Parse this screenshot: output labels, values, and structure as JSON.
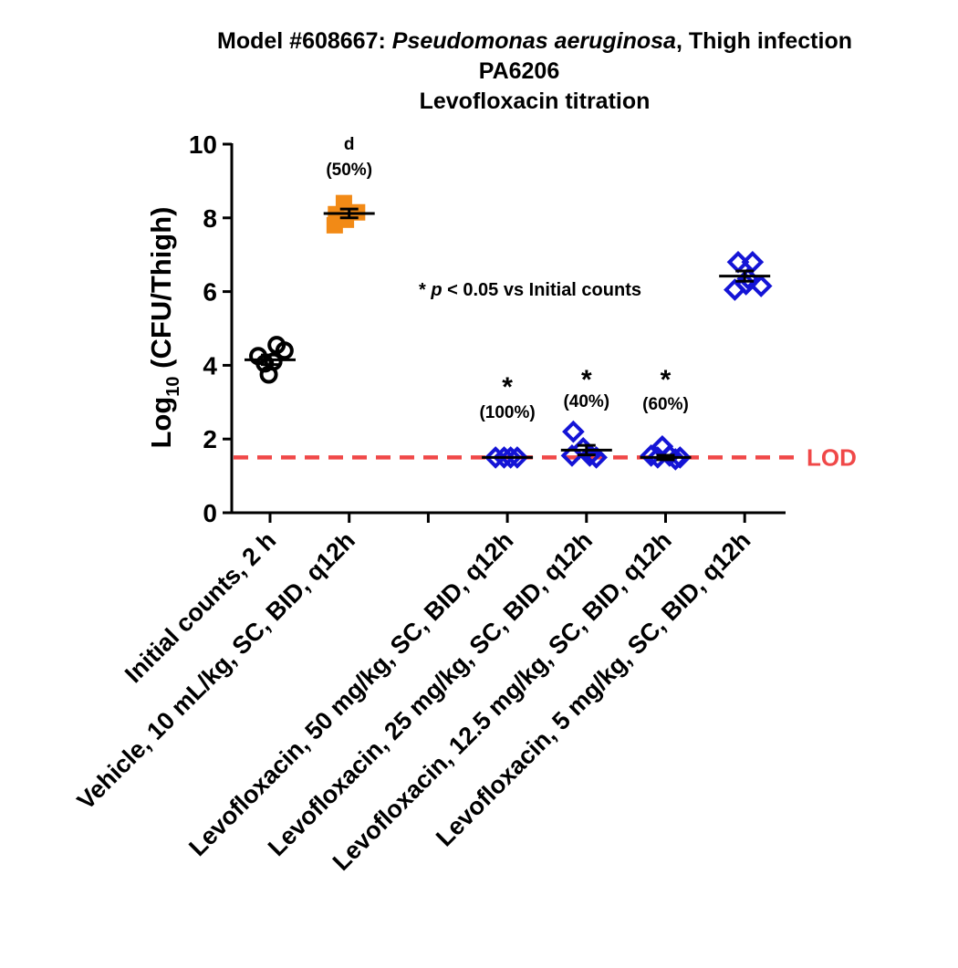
{
  "chart_data": {
    "type": "scatter",
    "title": {
      "prefix": "Model #608667: ",
      "organism": "Pseudomonas aeruginosa",
      "suffix": ", Thigh infection",
      "line2": "PA6206",
      "line3": "Levofloxacin titration"
    },
    "ylabel_main": "Log",
    "ylabel_sub": "10",
    "ylabel_rest": " (CFU/Thigh)",
    "ylim": [
      0,
      10
    ],
    "yticks": [
      0,
      2,
      4,
      6,
      8,
      10
    ],
    "categories": [
      "Initial counts, 2 h",
      "Vehicle, 10 mL/kg, SC, BID, q12h",
      "",
      "Levofloxacin, 50 mg/kg, SC, BID, q12h",
      "Levofloxacin, 25 mg/kg, SC, BID, q12h",
      "Levofloxacin, 12.5 mg/kg, SC, BID, q12h",
      "Levofloxacin, 5 mg/kg, SC, BID, q12h"
    ],
    "series": [
      {
        "category_index": 0,
        "marker": "circle",
        "color": "#000000",
        "points": [
          [
            -0.02,
            3.75
          ],
          [
            -0.08,
            4.05
          ],
          [
            -0.18,
            4.25
          ],
          [
            0.1,
            4.55
          ],
          [
            0.22,
            4.4
          ],
          [
            0.05,
            4.1
          ]
        ],
        "mean": 4.15,
        "sem": 0.13
      },
      {
        "category_index": 1,
        "marker": "square",
        "color": "#f28a16",
        "points": [
          [
            -0.22,
            7.8
          ],
          [
            -0.2,
            8.1
          ],
          [
            -0.08,
            8.4
          ],
          [
            0.12,
            8.15
          ],
          [
            -0.05,
            7.95
          ]
        ],
        "mean": 8.12,
        "sem": 0.12
      },
      {
        "category_index": 3,
        "marker": "diamond",
        "color": "#1414d6",
        "points": [
          [
            -0.18,
            1.5
          ],
          [
            -0.05,
            1.5
          ],
          [
            0.05,
            1.5
          ],
          [
            0.15,
            1.5
          ]
        ],
        "mean": 1.5,
        "sem": 0.0
      },
      {
        "category_index": 4,
        "marker": "diamond",
        "color": "#1414d6",
        "points": [
          [
            -0.2,
            2.2
          ],
          [
            -0.22,
            1.55
          ],
          [
            -0.05,
            1.75
          ],
          [
            0.05,
            1.55
          ],
          [
            0.15,
            1.5
          ]
        ],
        "mean": 1.7,
        "sem": 0.13
      },
      {
        "category_index": 5,
        "marker": "diamond",
        "color": "#1414d6",
        "points": [
          [
            -0.22,
            1.55
          ],
          [
            -0.12,
            1.5
          ],
          [
            -0.05,
            1.8
          ],
          [
            0.06,
            1.55
          ],
          [
            0.15,
            1.45
          ],
          [
            0.22,
            1.5
          ]
        ],
        "mean": 1.5,
        "sem": 0.06
      },
      {
        "category_index": 6,
        "marker": "diamond",
        "color": "#1414d6",
        "points": [
          [
            -0.15,
            6.05
          ],
          [
            -0.1,
            6.8
          ],
          [
            0.05,
            6.35
          ],
          [
            0.12,
            6.8
          ],
          [
            0.25,
            6.15
          ],
          [
            0.02,
            6.2
          ]
        ],
        "mean": 6.42,
        "sem": 0.14
      }
    ],
    "lod": {
      "value": 1.5,
      "label": "LOD",
      "color": "#f04848"
    },
    "annotations": [
      {
        "category_index": 1,
        "lines": [
          "d",
          "(50%)"
        ]
      },
      {
        "category_index": 3,
        "lines": [
          "*",
          "(100%)"
        ]
      },
      {
        "category_index": 4,
        "lines": [
          "*",
          "(40%)"
        ]
      },
      {
        "category_index": 5,
        "lines": [
          "*",
          "(60%)"
        ]
      }
    ],
    "note": {
      "star": "* ",
      "p": "p",
      "text": " < 0.05 vs Initial counts"
    },
    "grid": false,
    "legend": "none"
  }
}
